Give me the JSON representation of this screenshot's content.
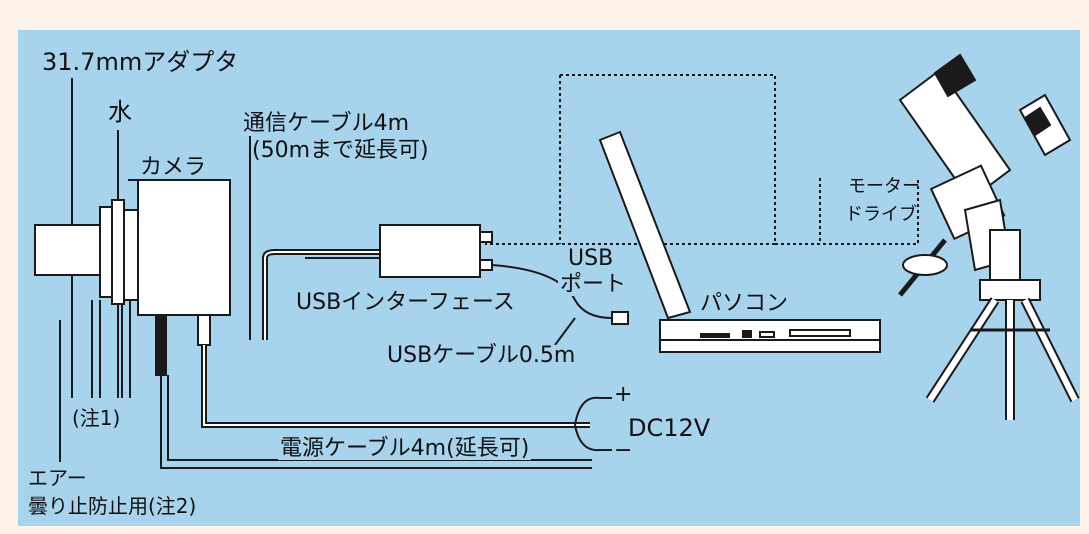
{
  "labels": {
    "adapter": "31.7mmアダプタ",
    "water": "水",
    "camera": "カメラ",
    "comm_cable_line1": "通信ケーブル4m",
    "comm_cable_line2": "(50mまで延長可)",
    "motor_drive_line1": "モーター",
    "motor_drive_line2": "ドライブ",
    "usb_port_line1": "USB",
    "usb_port_line2": "ポート",
    "usb_interface": "USBインターフェース",
    "pc": "パソコン",
    "usb_cable": "USBケーブル0.5m",
    "plus": "+",
    "minus": "−",
    "dc12v": "DC12V",
    "note1": "(注1)",
    "power_cable": "電源ケーブル4m(延長可)",
    "air_line1": "エアー",
    "air_line2": "曇り止防止用(注2)"
  },
  "colors": {
    "panel": "#a8d3ec",
    "page": "#fdf3ea",
    "device_fill": "#ffffff",
    "line": "#1a1a1a"
  }
}
